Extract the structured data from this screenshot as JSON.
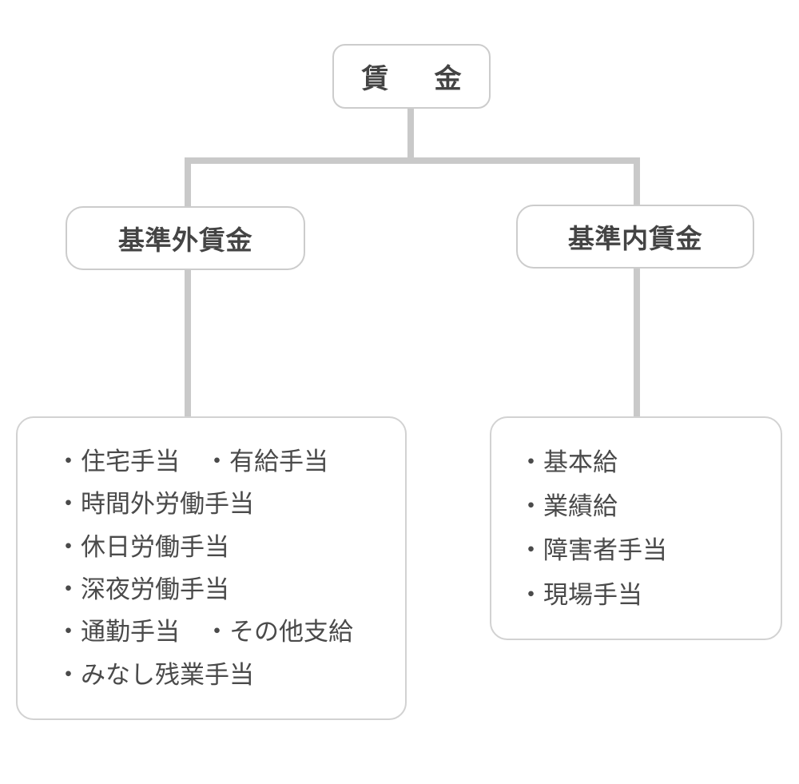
{
  "diagram": {
    "title_node": {
      "label": "賃　金"
    },
    "level2": [
      {
        "id": "non-standard-wage",
        "label": "基準外賃金"
      },
      {
        "id": "standard-wage",
        "label": "基準内賃金"
      }
    ],
    "detail_boxes": [
      {
        "id": "non-standard-wage-items",
        "lines": [
          "・住宅手当　・有給手当",
          "・時間外労働手当",
          "・休日労働手当",
          "・深夜労働手当",
          "・通勤手当　・その他支給",
          "・みなし残業手当"
        ]
      },
      {
        "id": "standard-wage-items",
        "lines": [
          "・基本給",
          "・業績給",
          "・障害者手当",
          "・現場手当"
        ]
      }
    ],
    "colors": {
      "text": "#444444",
      "border": "#cccccc",
      "connector": "#c9c9c9",
      "background": "#ffffff"
    }
  }
}
